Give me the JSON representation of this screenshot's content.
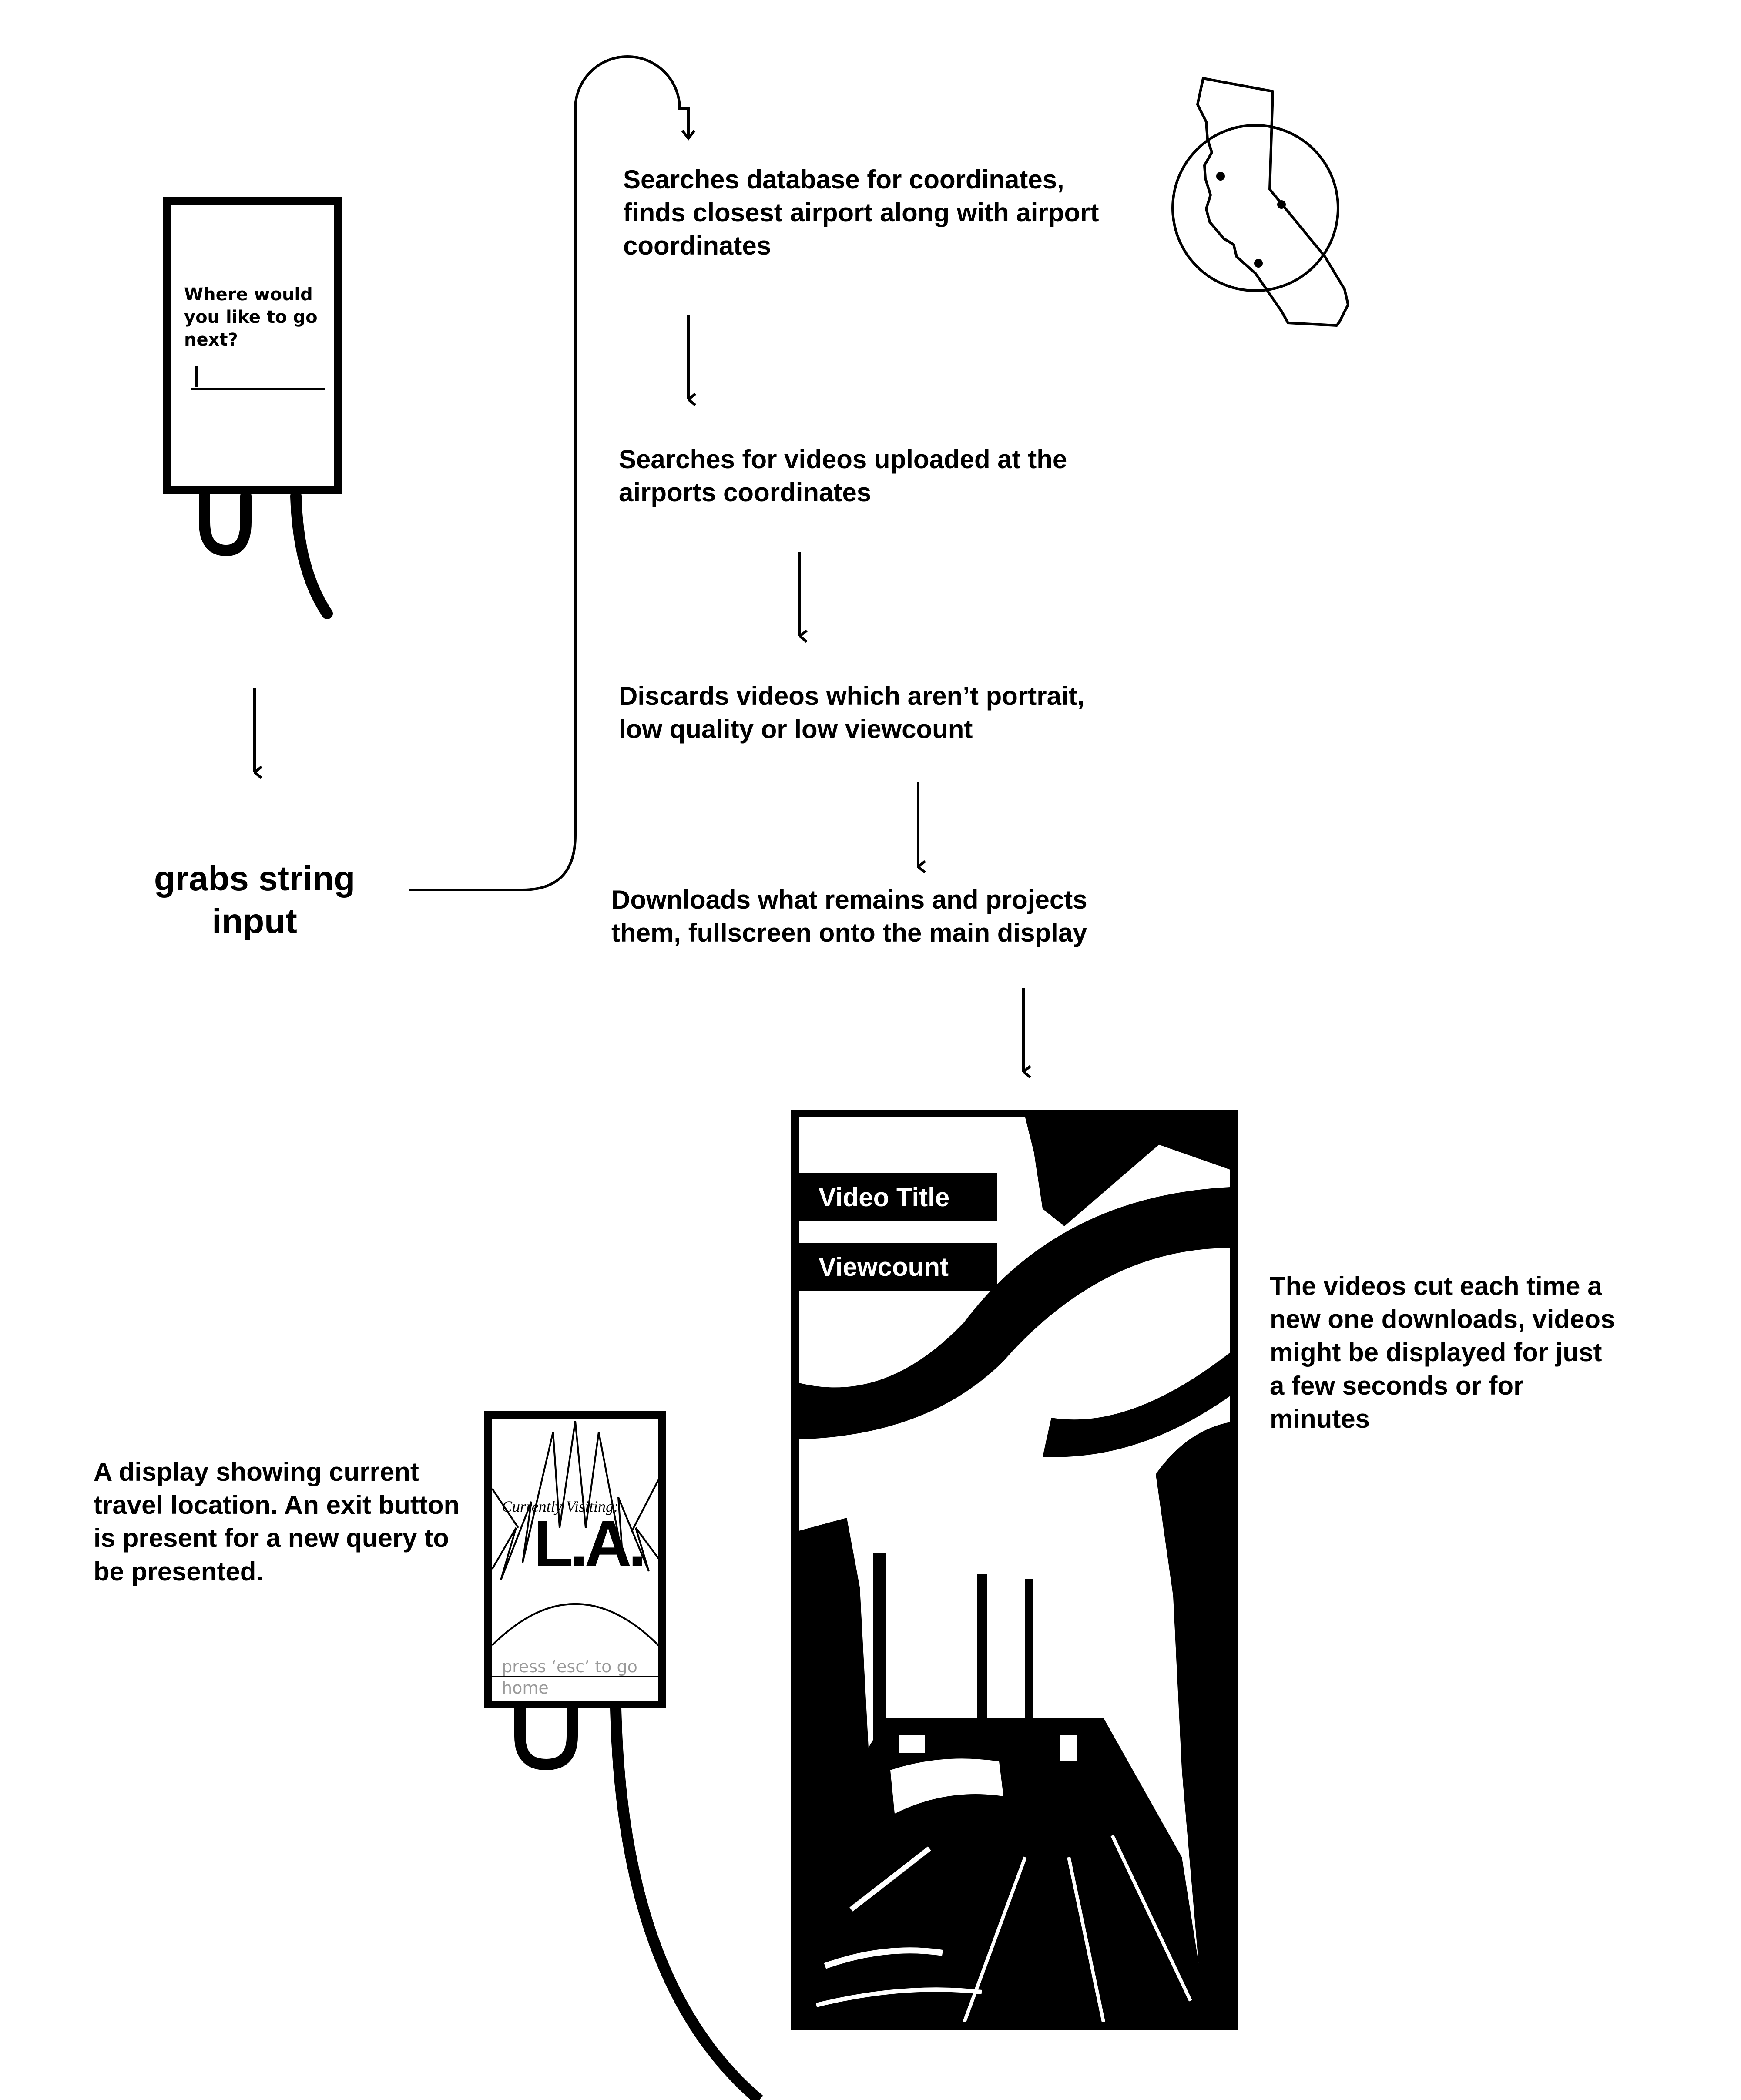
{
  "input_kiosk": {
    "prompt": "Where would you like to go next?"
  },
  "left_step": {
    "label": "grabs string input"
  },
  "steps": [
    "Searches database for coordinates, finds closest airport along with airport coordinates",
    "Searches for videos uploaded at the airports coordinates",
    "Discards videos which aren’t portrait, low quality or low viewcount",
    "Downloads what remains and projects them, fullscreen onto the main display"
  ],
  "main_display": {
    "title_label": "Video Title",
    "viewcount_label": "Viewcount",
    "note": "The videos cut each time a new one downloads, videos might be displayed for just a few seconds or for minutes"
  },
  "location_kiosk": {
    "visiting_label": "Currently Visiting:",
    "city": "L.A.",
    "exit_hint_line1": "press ‘esc’ to go",
    "exit_hint_line2": "home",
    "description": "A display showing current travel location. An exit button is present for a new query to be presented."
  },
  "icons": {
    "map": "california-map-icon"
  }
}
